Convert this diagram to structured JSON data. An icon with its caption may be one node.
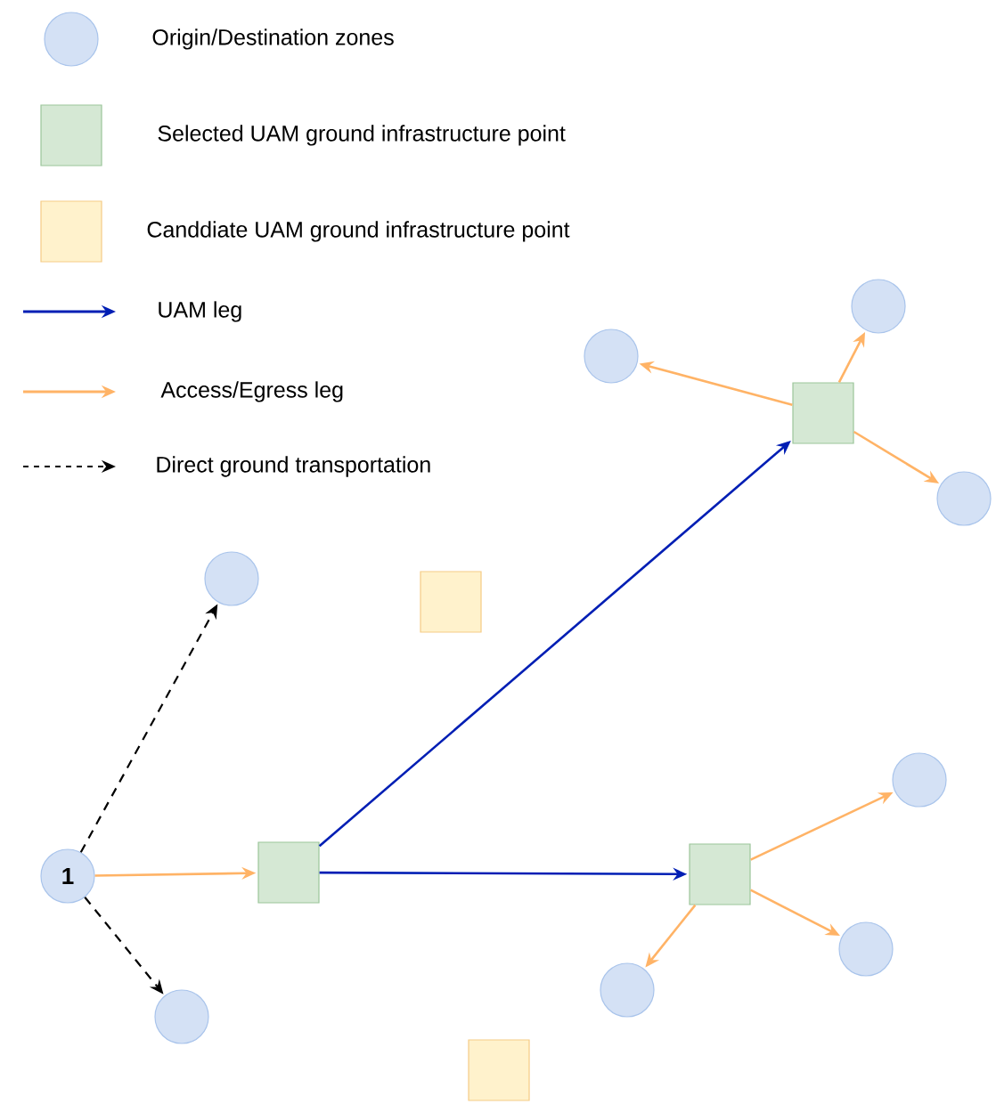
{
  "diagram": {
    "nodes": [
      {
        "text": [
          "1"
        ]
      },
      {
        "text": [],
        "shape": "circle"
      },
      {
        "text": [],
        "shape": "circle"
      },
      {
        "text": [],
        "shape": "box"
      },
      {
        "text": [],
        "shape": "box"
      },
      {
        "text": [],
        "shape": "circle"
      },
      {
        "text": [],
        "shape": "circle"
      },
      {
        "text": [],
        "shape": "box"
      },
      {
        "text": [],
        "shape": "circle"
      },
      {
        "text": [],
        "shape": "circle"
      },
      {
        "text": [],
        "shape": "box"
      },
      {
        "text": [],
        "shape": "circle"
      },
      {
        "text": [],
        "shape": "circle"
      },
      {
        "text": [],
        "shape": "box"
      }
    ],
    "edges": [
      {
        "from": 0,
        "to": 1,
        "arrow": "to",
        "style": "dashed",
        "color": "#000000"
      },
      {
        "from": 0,
        "to": 2,
        "arrow": "to",
        "style": "dashed",
        "color": "#000000"
      },
      {
        "from": 0,
        "to": 3,
        "arrow": "to"
      },
      {
        "from": 3,
        "to": 7,
        "arrow": "to",
        "color": "#001eb4"
      },
      {
        "from": 3,
        "to": 10,
        "arrow": "to",
        "color": "#001eb4"
      },
      {
        "from": 7,
        "to": 5,
        "arrow": "to"
      },
      {
        "from": 7,
        "to": 6,
        "arrow": "to"
      },
      {
        "from": 7,
        "to": 8,
        "arrow": "to"
      },
      {
        "from": 10,
        "to": 9,
        "arrow": "to"
      },
      {
        "from": 10,
        "to": 11,
        "arrow": "to"
      },
      {
        "from": 10,
        "to": 12,
        "arrow": "to"
      }
    ],
    "legend": [
      {
        "text": "Origin/Destination zones",
        "color": "#d4e1f5"
      },
      {
        "text": "Selected UAM ground infrastructure point",
        "color": "#d5e8d4"
      },
      {
        "text": "Canddiate UAM ground infrastructure point",
        "color": "#fff2cc"
      },
      {
        "text": "UAM leg"
      },
      {
        "text": "Access/Egress leg"
      },
      {
        "text": "Direct ground transportation"
      }
    ]
  }
}
